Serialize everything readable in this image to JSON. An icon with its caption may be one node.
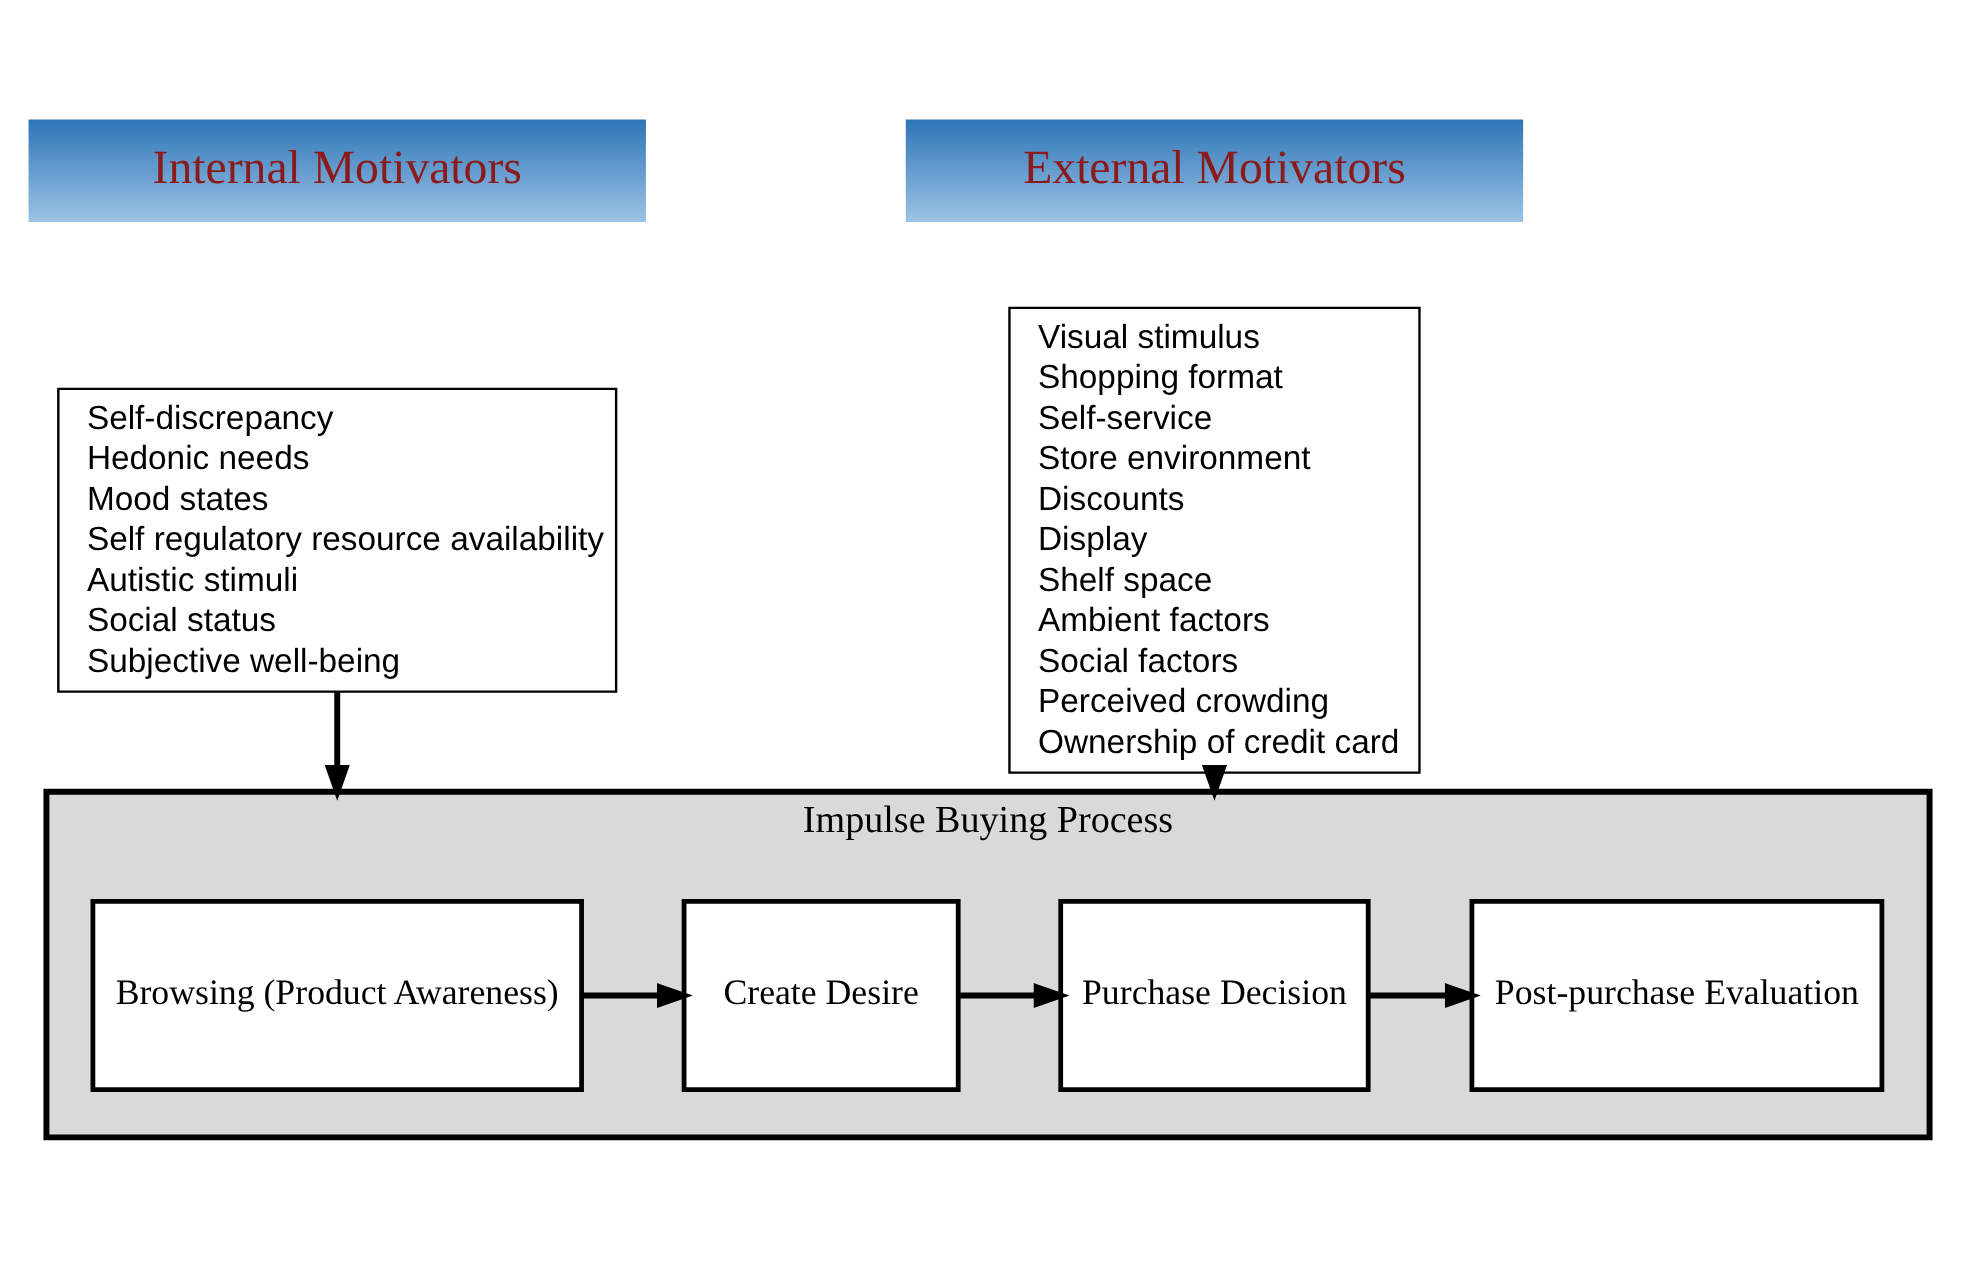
{
  "diagram": {
    "nodes": [
      {
        "text": [
          "Internal Motivators"
        ]
      },
      {
        "text": [
          "External Motivators"
        ]
      },
      {
        "text": [
          "Self-discrepancy",
          "Hedonic needs",
          "Mood states",
          "Self regulatory resource availability",
          "Autistic stimuli",
          "Social status",
          "Subjective well-being"
        ]
      },
      {
        "text": [
          "Visual stimulus",
          "Shopping format",
          "Self-service",
          "Store environment",
          "Discounts",
          "Display",
          "Shelf space",
          "Ambient factors",
          "Social factors",
          "Perceived crowding",
          "Ownership of credit card"
        ]
      },
      {
        "text": [
          "Impulse Buying Process"
        ]
      },
      {
        "text": [
          "Browsing (Product Awareness)"
        ],
        "in": 4
      },
      {
        "text": [
          "Create Desire"
        ],
        "in": 4
      },
      {
        "text": [
          "Purchase Decision"
        ],
        "in": 4
      },
      {
        "text": [
          "Post-purchase Evaluation"
        ],
        "in": 4
      }
    ],
    "edges": [
      {
        "from": 2,
        "to": 4,
        "arrow": "to"
      },
      {
        "from": 3,
        "to": 4,
        "arrow": "to"
      },
      {
        "from": 5,
        "to": 6,
        "arrow": "to"
      },
      {
        "from": 6,
        "to": 7,
        "arrow": "to"
      },
      {
        "from": 7,
        "to": 8,
        "arrow": "to"
      }
    ]
  }
}
